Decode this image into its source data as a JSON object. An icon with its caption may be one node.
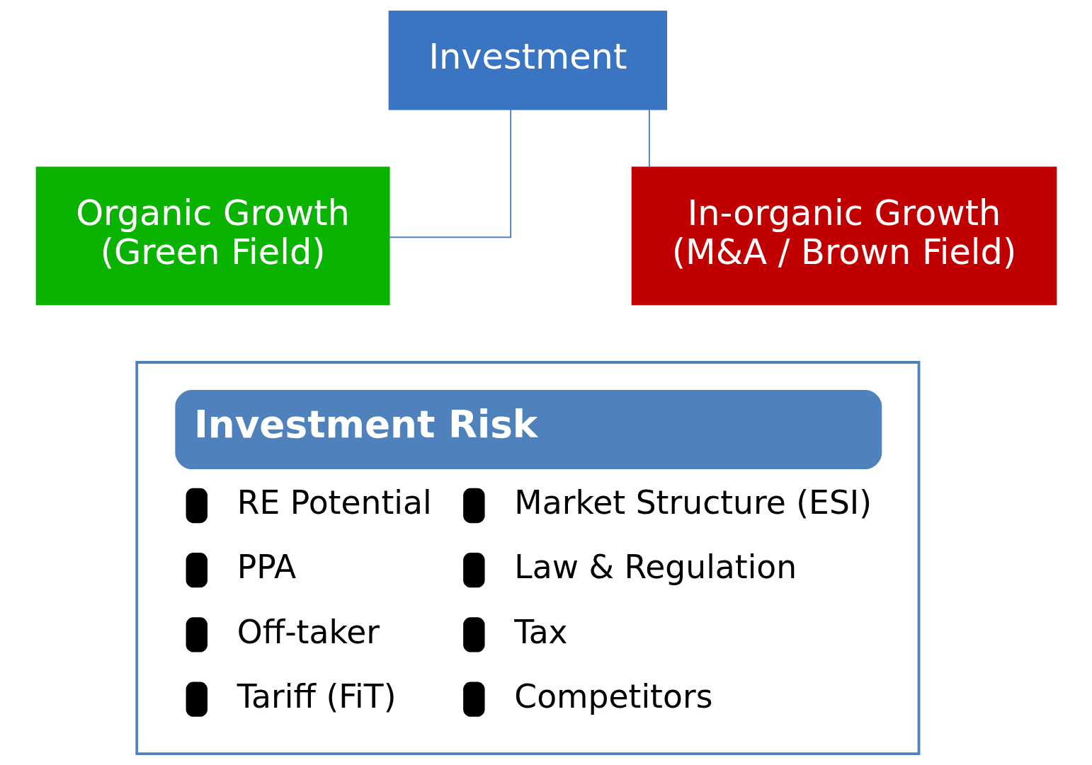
{
  "diagram": {
    "nodes": [
      {
        "text": [
          "Investment"
        ]
      },
      {
        "text": [
          "Organic Growth (Green Field)"
        ]
      },
      {
        "text": [
          "In-organic Growth (M&A / Brown Field)"
        ]
      },
      {
        "text": [
          "Investment Risk",
          "RE Potential",
          "PPA",
          "Off-taker",
          "Tariff (FiT)",
          "Market Structure (ESI)",
          "Law & Regulation",
          "Tax",
          "Competitors"
        ]
      }
    ],
    "edges": [
      {
        "from": 0,
        "to": 1,
        "arrow": "none"
      },
      {
        "from": 0,
        "to": 2,
        "arrow": "none"
      }
    ]
  }
}
